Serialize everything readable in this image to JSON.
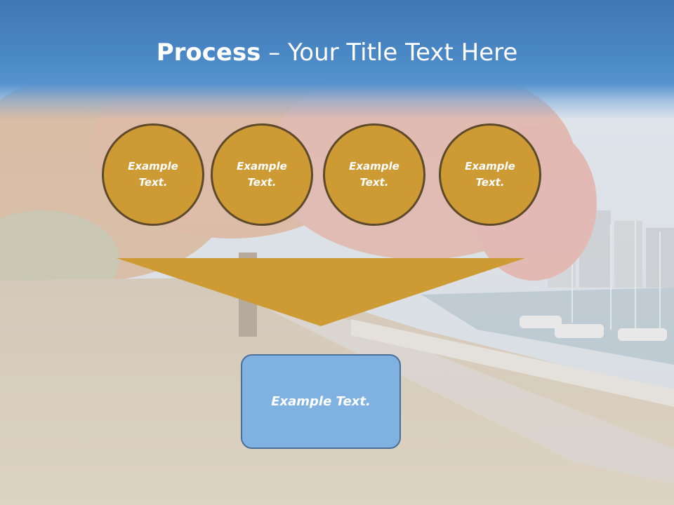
{
  "slide": {
    "title_bold": "Process",
    "title_rest": " – Your Title Text Here"
  },
  "diagram": {
    "circles": [
      {
        "label": "Example Text."
      },
      {
        "label": "Example Text."
      },
      {
        "label": "Example Text."
      },
      {
        "label": "Example Text."
      }
    ],
    "result": {
      "label": "Example Text."
    }
  },
  "colors": {
    "title_band": "#4a87c5",
    "circle_fill": "#cd9a34",
    "circle_border": "#5d4a2a",
    "funnel_fill": "#cd9a34",
    "result_fill": "#80b2e1",
    "result_border": "#4b6f98"
  }
}
